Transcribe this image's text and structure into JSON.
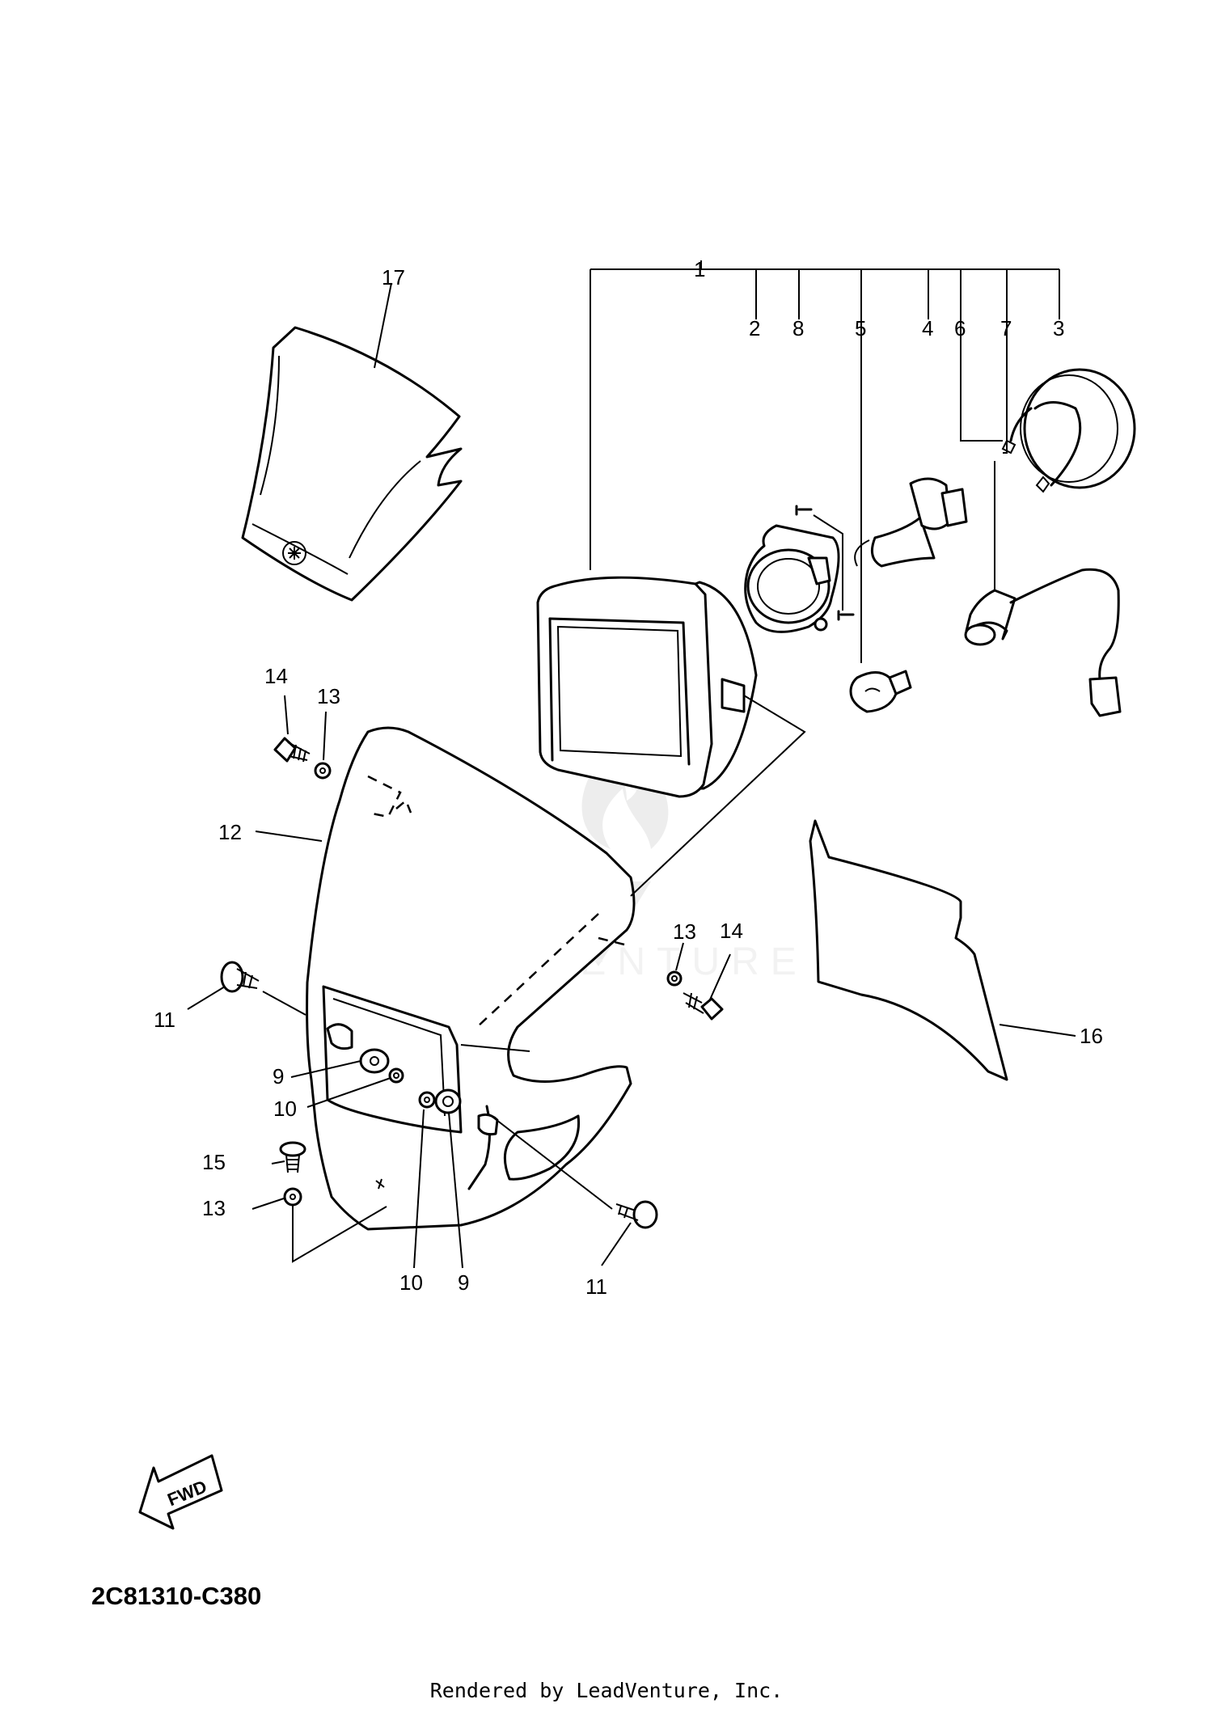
{
  "callouts": {
    "c1": "1",
    "c2": "2",
    "c3": "3",
    "c4": "4",
    "c5": "5",
    "c6": "6",
    "c7": "7",
    "c8": "8",
    "c9a": "9",
    "c9b": "9",
    "c10a": "10",
    "c10b": "10",
    "c11a": "11",
    "c11b": "11",
    "c12": "12",
    "c13a": "13",
    "c13b": "13",
    "c13c": "13",
    "c14a": "14",
    "c14b": "14",
    "c15": "15",
    "c16": "16",
    "c17": "17"
  },
  "fwd_label": "FWD",
  "watermark": "LEADVENTURE",
  "diagram_code": "2C81310-C380",
  "rendered_by": "Rendered by LeadVenture, Inc.",
  "icons": [
    "fwd-arrow-icon",
    "yamaha-logo-icon",
    "leadventure-watermark-icon"
  ]
}
